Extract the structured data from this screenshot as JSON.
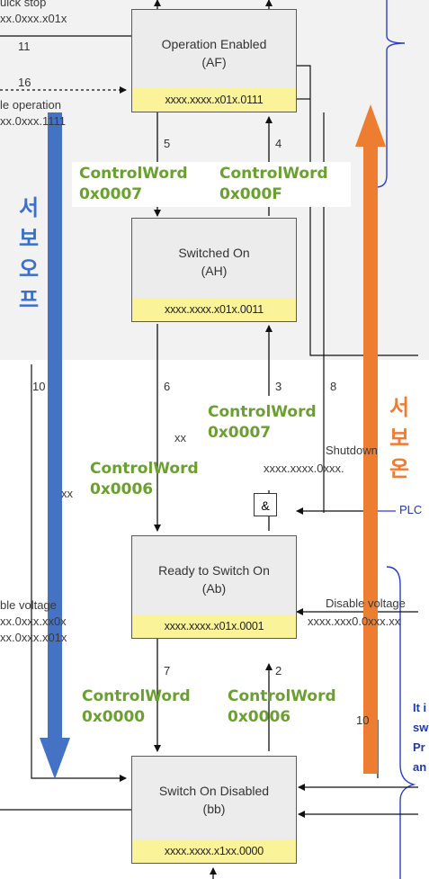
{
  "states": [
    {
      "name": "Operation Enabled",
      "abbr": "(AF)",
      "code": "xxxx.xxxx.x01x.0111"
    },
    {
      "name": "Switched On",
      "abbr": "(AH)",
      "code": "xxxx.xxxx.x01x.0011"
    },
    {
      "name": "Ready to Switch On",
      "abbr": "(Ab)",
      "code": "xxxx.xxxx.x01x.0001"
    },
    {
      "name": "Switch On Disabled",
      "abbr": "(bb)",
      "code": "xxxx.xxxx.x1xx.0000"
    }
  ],
  "control_words": [
    {
      "label": "ControlWord",
      "value": "0x0007"
    },
    {
      "label": "ControlWord",
      "value": "0x000F"
    },
    {
      "label": "ControlWord",
      "value": "0x0007"
    },
    {
      "label": "ControlWord",
      "value": "0x0006"
    },
    {
      "label": "ControlWord",
      "value": "0x0000"
    },
    {
      "label": "ControlWord",
      "value": "0x0006"
    }
  ],
  "transition_numbers": {
    "t11": "11",
    "t16": "16",
    "t5": "5",
    "t4": "4",
    "t6": "6",
    "t3": "3",
    "t8": "8",
    "t10": "10",
    "t7": "7",
    "t2": "2",
    "t10b": "10"
  },
  "side_labels": {
    "quick_stop": "uick stop",
    "quick_stop_code": "xx.0xxx.x01x",
    "enable_operation": "le operation",
    "enable_operation_code": "xx.0xxx.1111",
    "xx_mid": "xx",
    "xx_left": "xx",
    "shutdown": "Shutdown",
    "shutdown_code": "xxxx.xxxx.0xxx.",
    "plc": "PLC",
    "disable_voltage_left": "ble voltage",
    "disable_voltage_left_code1": "xx.0xxx.xx0x",
    "disable_voltage_left_code2": "xx.0xxx.x01x",
    "disable_voltage_right": "Disable voltage",
    "disable_voltage_right_code": "xxxx.xxx0.0xxx.xx",
    "note": "It i sw Pr an",
    "and_gate": "&"
  },
  "servo_off": "서보오프",
  "servo_on": "서보온",
  "colors": {
    "servo_off_arrow": "#4472c4",
    "servo_on_arrow": "#ed7d31",
    "controlword_text": "#6aa02e",
    "state_code_bg": "#fbf39a",
    "blue_bracket": "#2a3fd0"
  }
}
